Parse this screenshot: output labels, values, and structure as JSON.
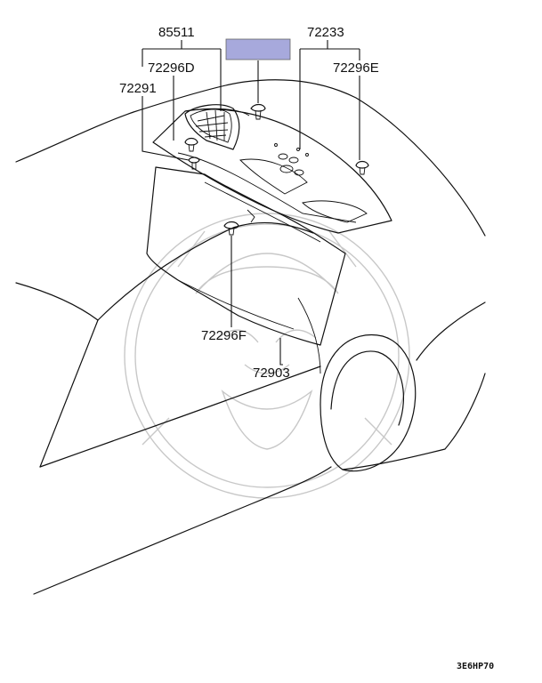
{
  "labels": {
    "p85511": "85511",
    "p72233": "72233",
    "p72296d": "72296D",
    "p72296e": "72296E",
    "p72291": "72291",
    "p72296f": "72296F",
    "p72903": "72903"
  },
  "diagram_code": "3E6HP70",
  "highlight_color": "#a7a9dc"
}
